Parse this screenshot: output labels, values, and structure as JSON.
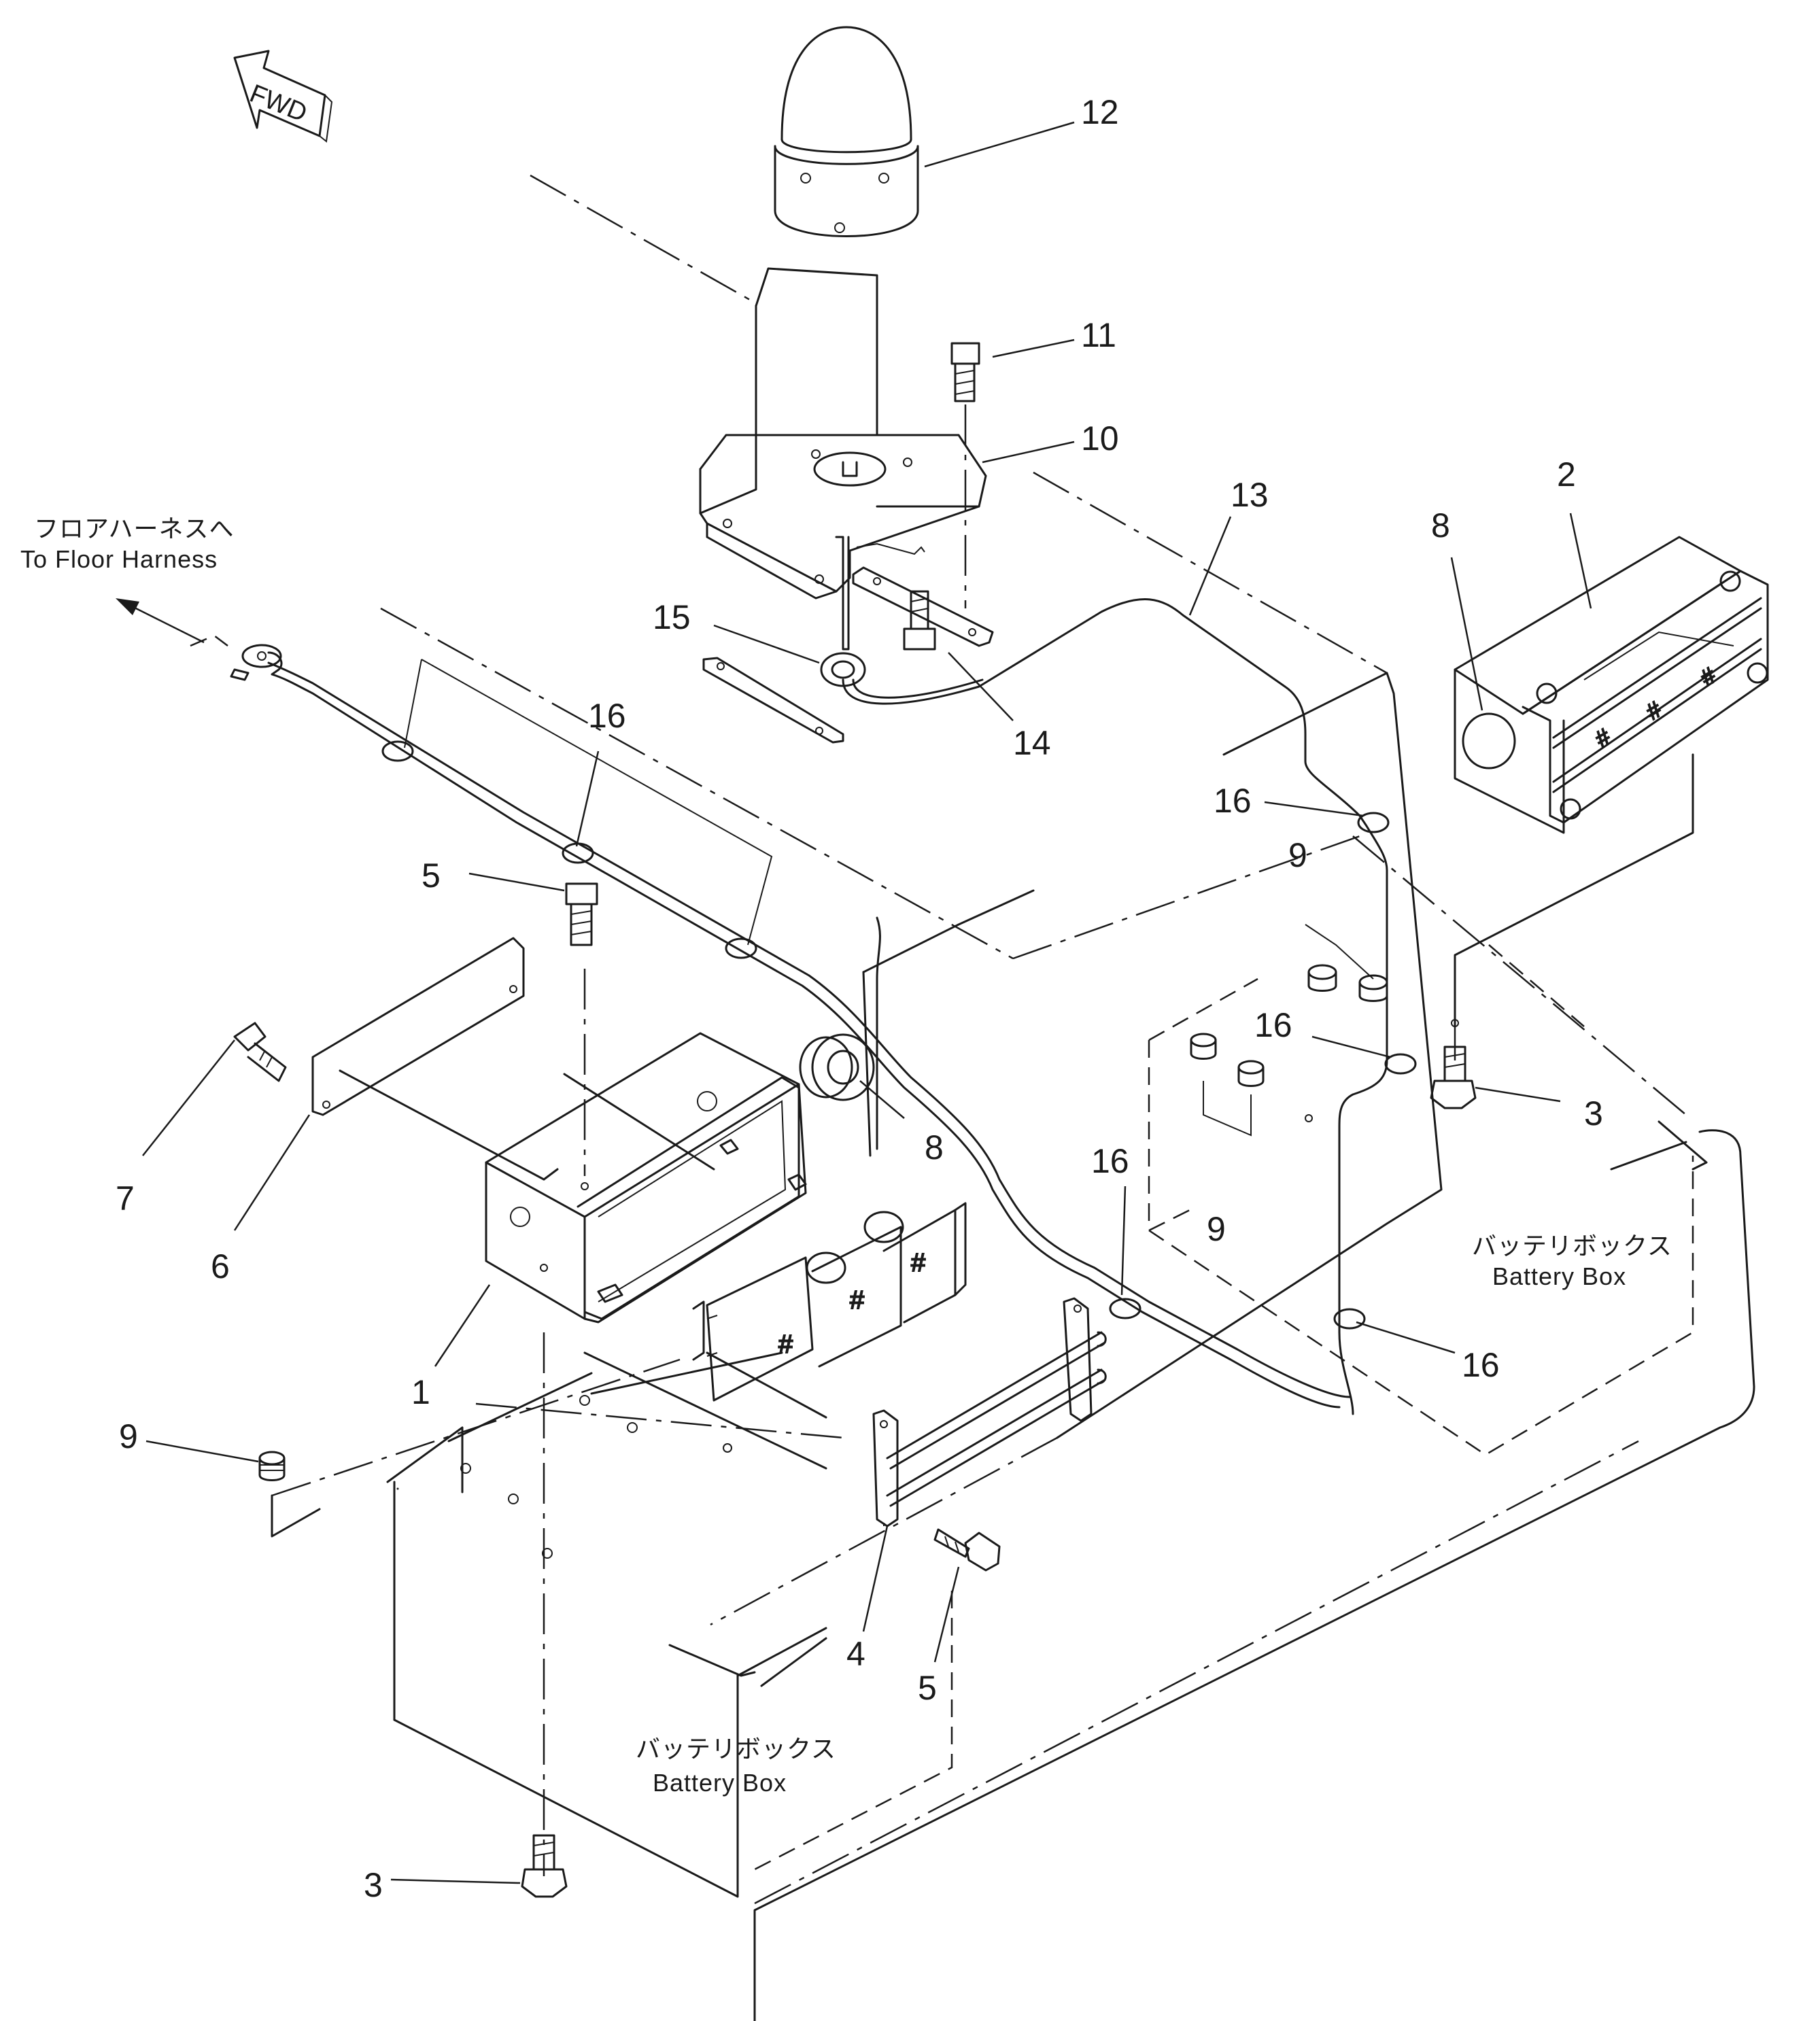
{
  "diagram": {
    "fwd_arrow_label": "FWD",
    "floor_harness_jp": "フロアハーネスへ",
    "floor_harness_en": "To Floor Harness",
    "battery_box_right_jp": "バッテリボックス",
    "battery_box_right_en": "Battery Box",
    "battery_box_bottom_jp": "バッテリボックス",
    "battery_box_bottom_en": "Battery Box",
    "callouts": {
      "c1": "1",
      "c2": "2",
      "c3a": "3",
      "c3b": "3",
      "c4": "4",
      "c5a": "5",
      "c5b": "5",
      "c6": "6",
      "c7": "7",
      "c8a": "8",
      "c8b": "8",
      "c9a": "9",
      "c9b": "9",
      "c9c": "9",
      "c10": "10",
      "c11": "11",
      "c12": "12",
      "c13": "13",
      "c14": "14",
      "c15": "15",
      "c16a": "16",
      "c16b": "16",
      "c16c": "16",
      "c16d": "16",
      "c16e": "16"
    }
  }
}
